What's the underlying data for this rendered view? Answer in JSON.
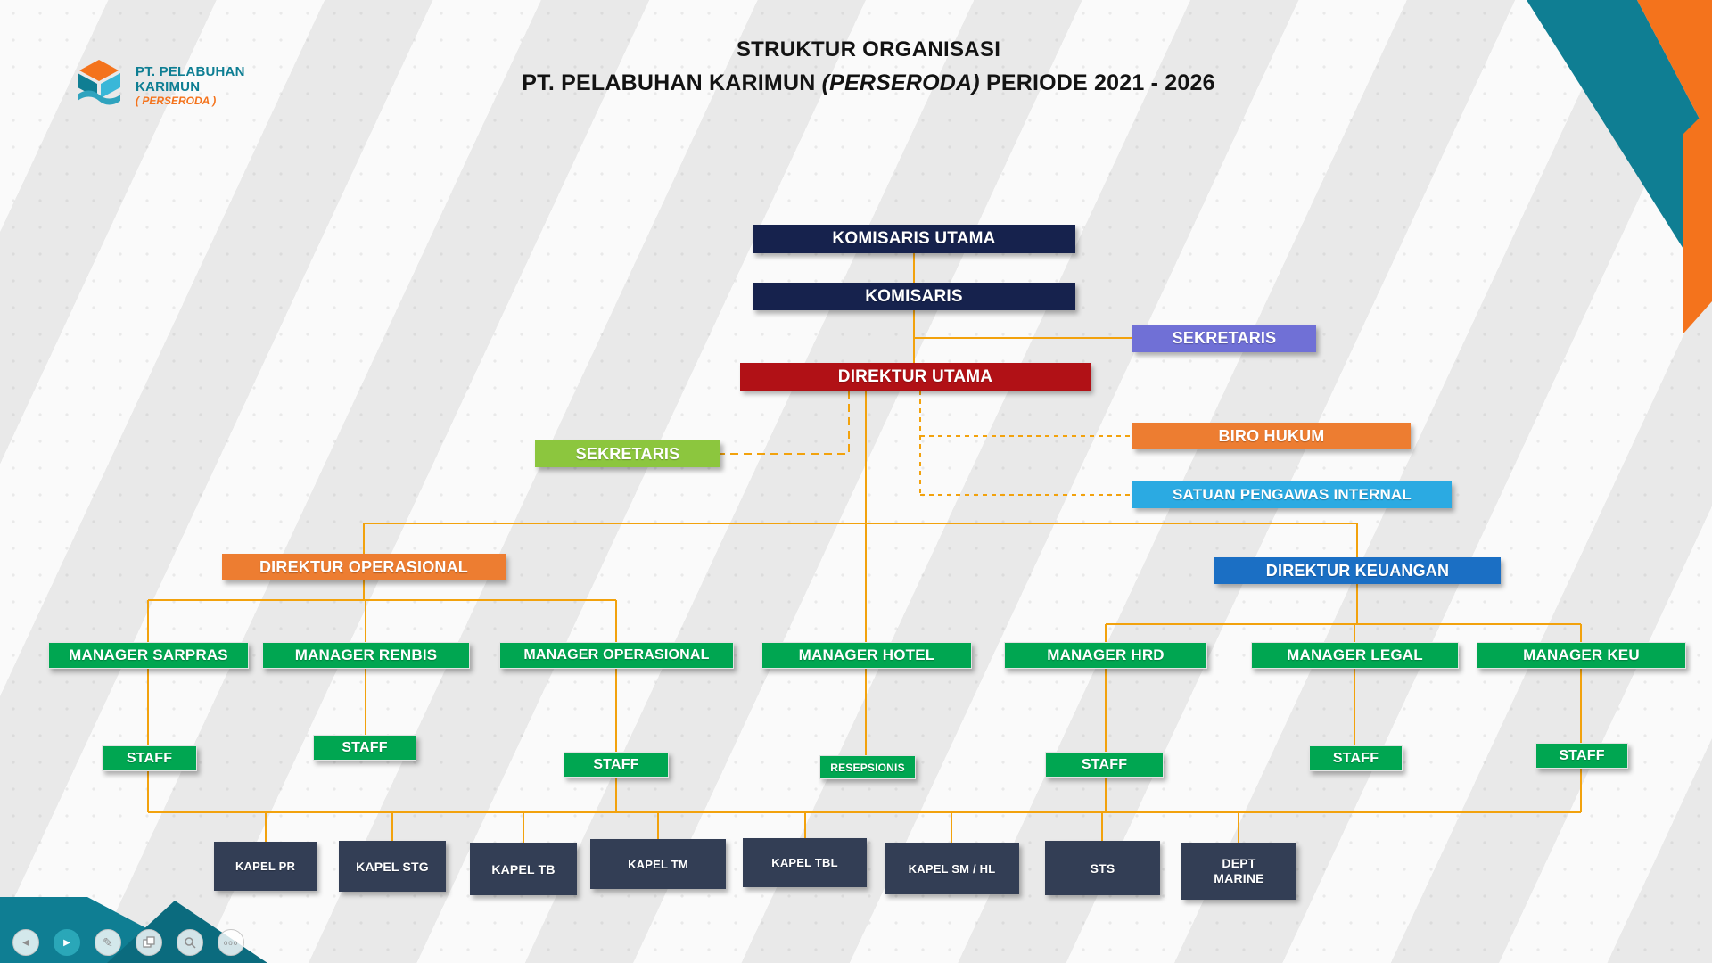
{
  "title": {
    "line1": "STRUKTUR ORGANISASI",
    "line2_before": "PT. PELABUHAN KARIMUN ",
    "line2_italic": "(PERSERODA)",
    "line2_after": " PERIODE 2021 - 2026"
  },
  "logo": {
    "line1": "PT. PELABUHAN",
    "line2": "KARIMUN",
    "line3": "( PERSERODA )"
  },
  "org": {
    "komisaris_utama": "KOMISARIS UTAMA",
    "komisaris": "KOMISARIS",
    "sekretaris_komisaris": "SEKRETARIS",
    "direktur_utama": "DIREKTUR UTAMA",
    "sekretaris_direksi": "SEKRETARIS",
    "biro_hukum": "BIRO HUKUM",
    "satuan_pengawas_internal": "SATUAN PENGAWAS INTERNAL",
    "direktur_operasional": "DIREKTUR OPERASIONAL",
    "direktur_keuangan": "DIREKTUR  KEUANGAN",
    "manager_sarpras": "MANAGER SARPRAS",
    "manager_renbis": "MANAGER RENBIS",
    "manager_operasional": "MANAGER  OPERASIONAL",
    "manager_hotel": "MANAGER  HOTEL",
    "manager_hrd": "MANAGER  HRD",
    "manager_legal": "MANAGER LEGAL",
    "manager_keu": "MANAGER  KEU",
    "staff": "STAFF",
    "resepsionis": "RESEPSIONIS",
    "kapel_pr": "KAPEL PR",
    "kapel_stg": "KAPEL STG",
    "kapel_tb": "KAPEL  TB",
    "kapel_tm": "KAPEL TM",
    "kapel_tbl": "KAPEL TBL",
    "kapel_sm_hl": "KAPEL SM / HL",
    "sts": "STS",
    "dept_marine_line1": "DEPT",
    "dept_marine_line2": "MARINE"
  },
  "toolbar": {
    "more_label": "ooo"
  },
  "colors": {
    "navy": "#16224D",
    "dark_red": "#B11116",
    "purple": "#7070D6",
    "light_green": "#8CC63E",
    "orange": "#ED7D31",
    "cyan": "#2BAAE2",
    "blue": "#1B6FC4",
    "green": "#00A651",
    "slate": "#333E55",
    "connector": "#F2A20D",
    "teal_deco": "#0F7E93",
    "orange_deco": "#F4731C"
  }
}
